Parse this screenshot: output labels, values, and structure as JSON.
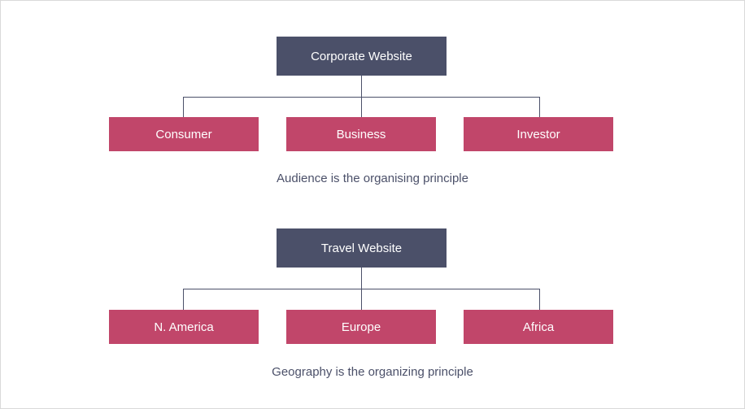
{
  "colors": {
    "root_box": "#4b5069",
    "child_box": "#c1466a",
    "connector": "#4b5069",
    "caption_text": "#4b5069",
    "box_text": "#ffffff"
  },
  "diagrams": [
    {
      "root": "Corporate Website",
      "children": [
        "Consumer",
        "Business",
        "Investor"
      ],
      "caption": "Audience is the organising principle"
    },
    {
      "root": "Travel Website",
      "children": [
        "N. America",
        "Europe",
        "Africa"
      ],
      "caption": "Geography is the organizing principle"
    }
  ]
}
